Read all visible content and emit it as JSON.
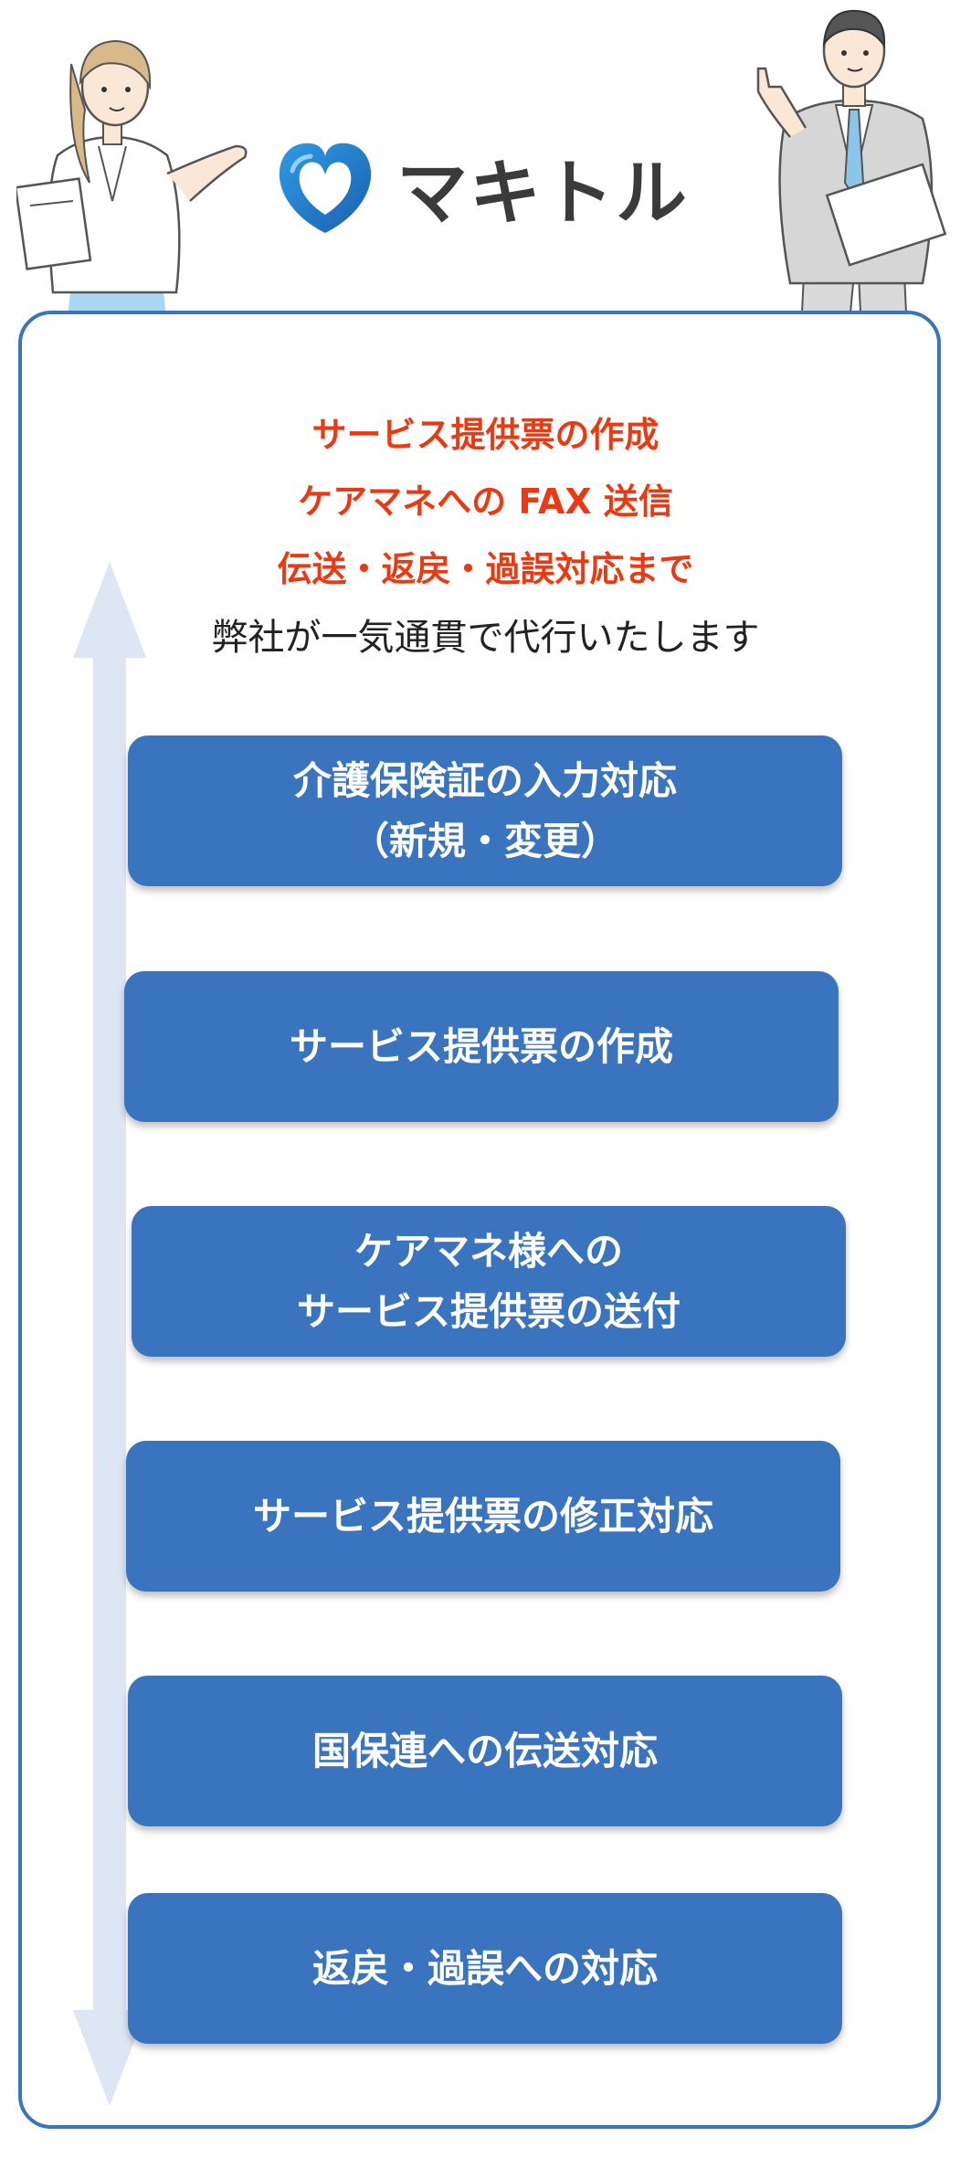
{
  "brand": {
    "name": "マキトル",
    "accent": "#3a73be",
    "logo_icon": "heart-logo-icon"
  },
  "headline": {
    "line1": "サービス提供票の作成",
    "line2": "ケアマネへの FAX 送信",
    "line3": "伝送・返戻・過誤対応まで",
    "line4": "弊社が一気通貫で代行いたします",
    "highlight_color": "#ea3a14"
  },
  "steps": [
    {
      "line1": "介護保険証の入力対応",
      "line2": "（新規・変更）"
    },
    {
      "line1": "サービス提供票の作成"
    },
    {
      "line1": "ケアマネ様への",
      "line2": "サービス提供票の送付"
    },
    {
      "line1": "サービス提供票の修正対応"
    },
    {
      "line1": "国保連への伝送対応"
    },
    {
      "line1": "返戻・過誤への対応"
    }
  ]
}
